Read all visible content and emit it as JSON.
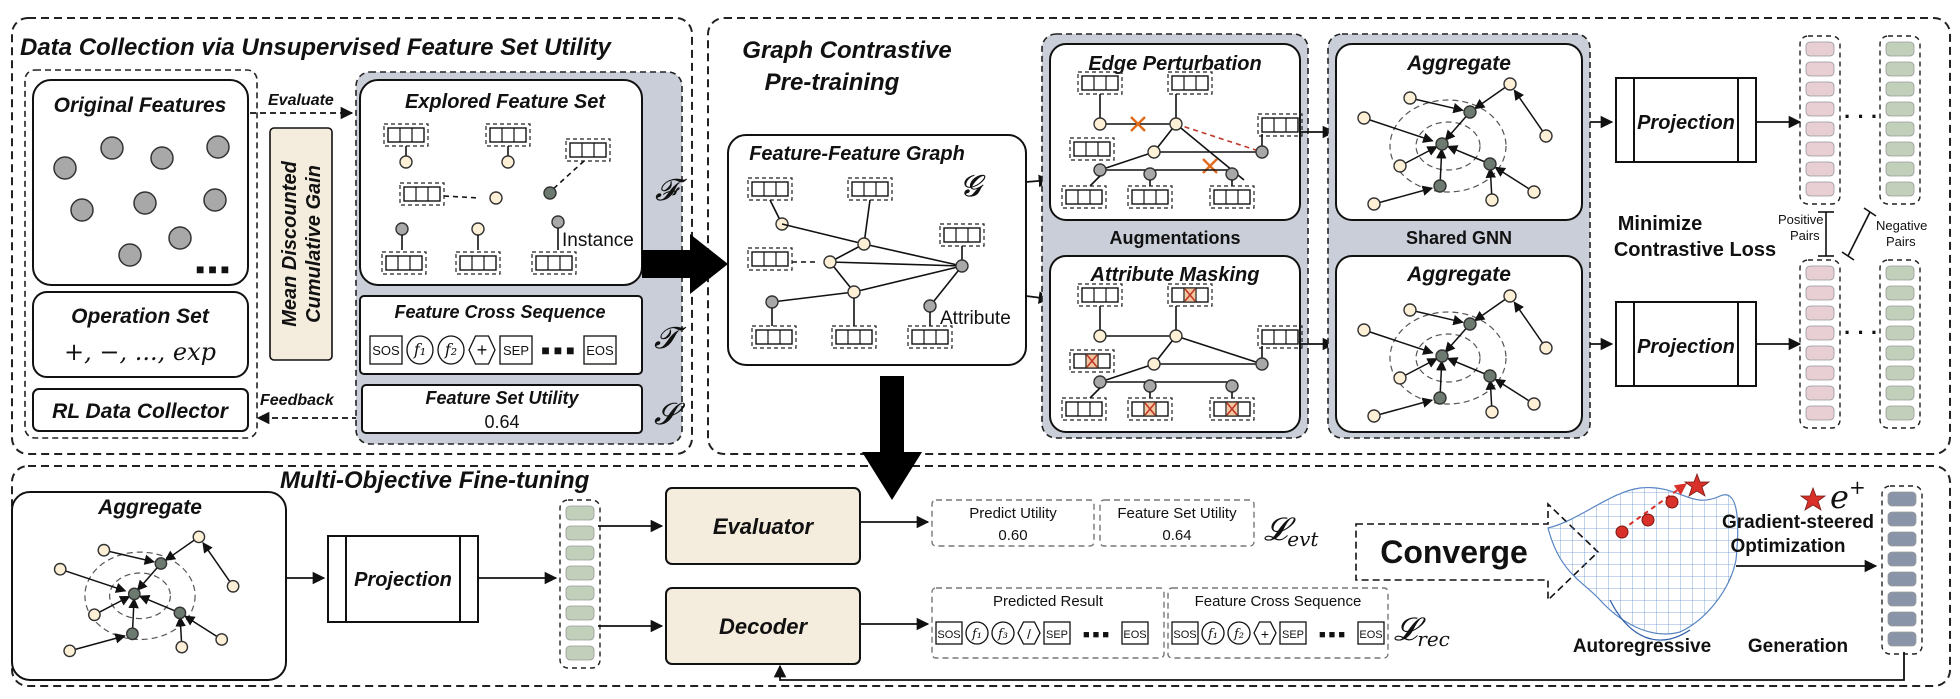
{
  "data_collection": {
    "title": "Data Collection via Unsupervised Feature Set Utility",
    "original_features": "Original Features",
    "ellipsis": "■ ■ ■",
    "operation_set": "Operation Set",
    "operation_list": "+, −, ..., exp",
    "rl_collector": "RL Data Collector",
    "evaluate": "Evaluate",
    "feedback": "Feedback",
    "mdcg_line1": "Mean Discounted",
    "mdcg_line2": "Cumulative Gain",
    "explored_set": "Explored Feature Set",
    "instance": "Instance",
    "f_symbol": "𝓕",
    "t_symbol": "𝓣",
    "s_symbol": "𝓢",
    "cross_sequence": "Feature Cross Sequence",
    "seq_tokens": [
      "SOS",
      "f₁",
      "f₂",
      "+",
      "SEP",
      "■ ■ ■",
      "EOS"
    ],
    "set_utility": "Feature Set Utility",
    "set_utility_value": "0.64"
  },
  "pretraining": {
    "title_line1": "Graph Contrastive",
    "title_line2": "Pre-training",
    "ff_graph": "Feature-Feature Graph",
    "g_symbol": "𝓖",
    "attribute": "Attribute",
    "edge_perturbation": "Edge Perturbation",
    "augmentations": "Augmentations",
    "attribute_masking": "Attribute Masking",
    "aggregate_top": "Aggregate",
    "shared_gnn": "Shared GNN",
    "aggregate_bottom": "Aggregate",
    "projection_top": "Projection",
    "projection_bottom": "Projection",
    "minimize_line1": "Minimize",
    "minimize_line2": "Contrastive Loss",
    "positive_line1": "Positive",
    "positive_line2": "Pairs",
    "negative_line1": "Negative",
    "negative_line2": "Pairs",
    "dots": "· · ·"
  },
  "finetuning": {
    "title": "Multi-Objective Fine-tuning",
    "aggregate": "Aggregate",
    "projection": "Projection",
    "evaluator": "Evaluator",
    "decoder": "Decoder",
    "predict_utility": "Predict Utility",
    "predict_utility_value": "0.60",
    "feature_set_utility": "Feature Set Utility",
    "feature_set_utility_value": "0.64",
    "l_evt": "𝓛",
    "l_evt_sub": "evt",
    "l_rec": "𝓛",
    "l_rec_sub": "rec",
    "predicted_result": "Predicted Result",
    "predicted_tokens": [
      "SOS",
      "f₁",
      "f₃",
      "/",
      "SEP",
      "■ ■ ■",
      "EOS"
    ],
    "cross_sequence": "Feature Cross Sequence",
    "cross_tokens": [
      "SOS",
      "f₁",
      "f₂",
      "+",
      "SEP",
      "■ ■ ■",
      "EOS"
    ],
    "converge": "Converge",
    "e_plus": "e",
    "e_plus_sup": "+",
    "gradient_line1": "Gradient-steered",
    "gradient_line2": "Optimization",
    "autoregressive": "Autoregressive",
    "generation": "Generation"
  },
  "colors": {
    "panel_gray": "#c9ced8",
    "beige": "#f4ecdd",
    "node_gray": "#a8a8a8",
    "node_light": "#fdf0d6",
    "node_dark": "#6d7a70",
    "pink": "#e8cfd3",
    "green": "#c2d0bb",
    "slate": "#8a94a8",
    "red": "#d9302a"
  }
}
